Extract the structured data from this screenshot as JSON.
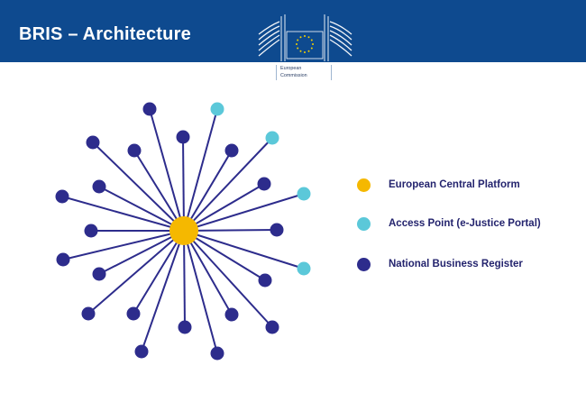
{
  "header": {
    "title": "BRIS – Architecture",
    "bg_color": "#0e4a8f",
    "logo": {
      "line1": "European",
      "line2": "Commission"
    }
  },
  "legend": {
    "items": [
      {
        "label": "European Central Platform",
        "color": "#f5b800"
      },
      {
        "label": "Access Point (e-Justice Portal)",
        "color": "#5bc8d9"
      },
      {
        "label": "National Business Register",
        "color": "#2d2c8c"
      }
    ]
  },
  "diagram": {
    "hub_color": "#f5b800",
    "line_color": "#2d2c8c",
    "node_colors": {
      "register": "#2d2c8c",
      "access_point": "#5bc8d9"
    }
  }
}
